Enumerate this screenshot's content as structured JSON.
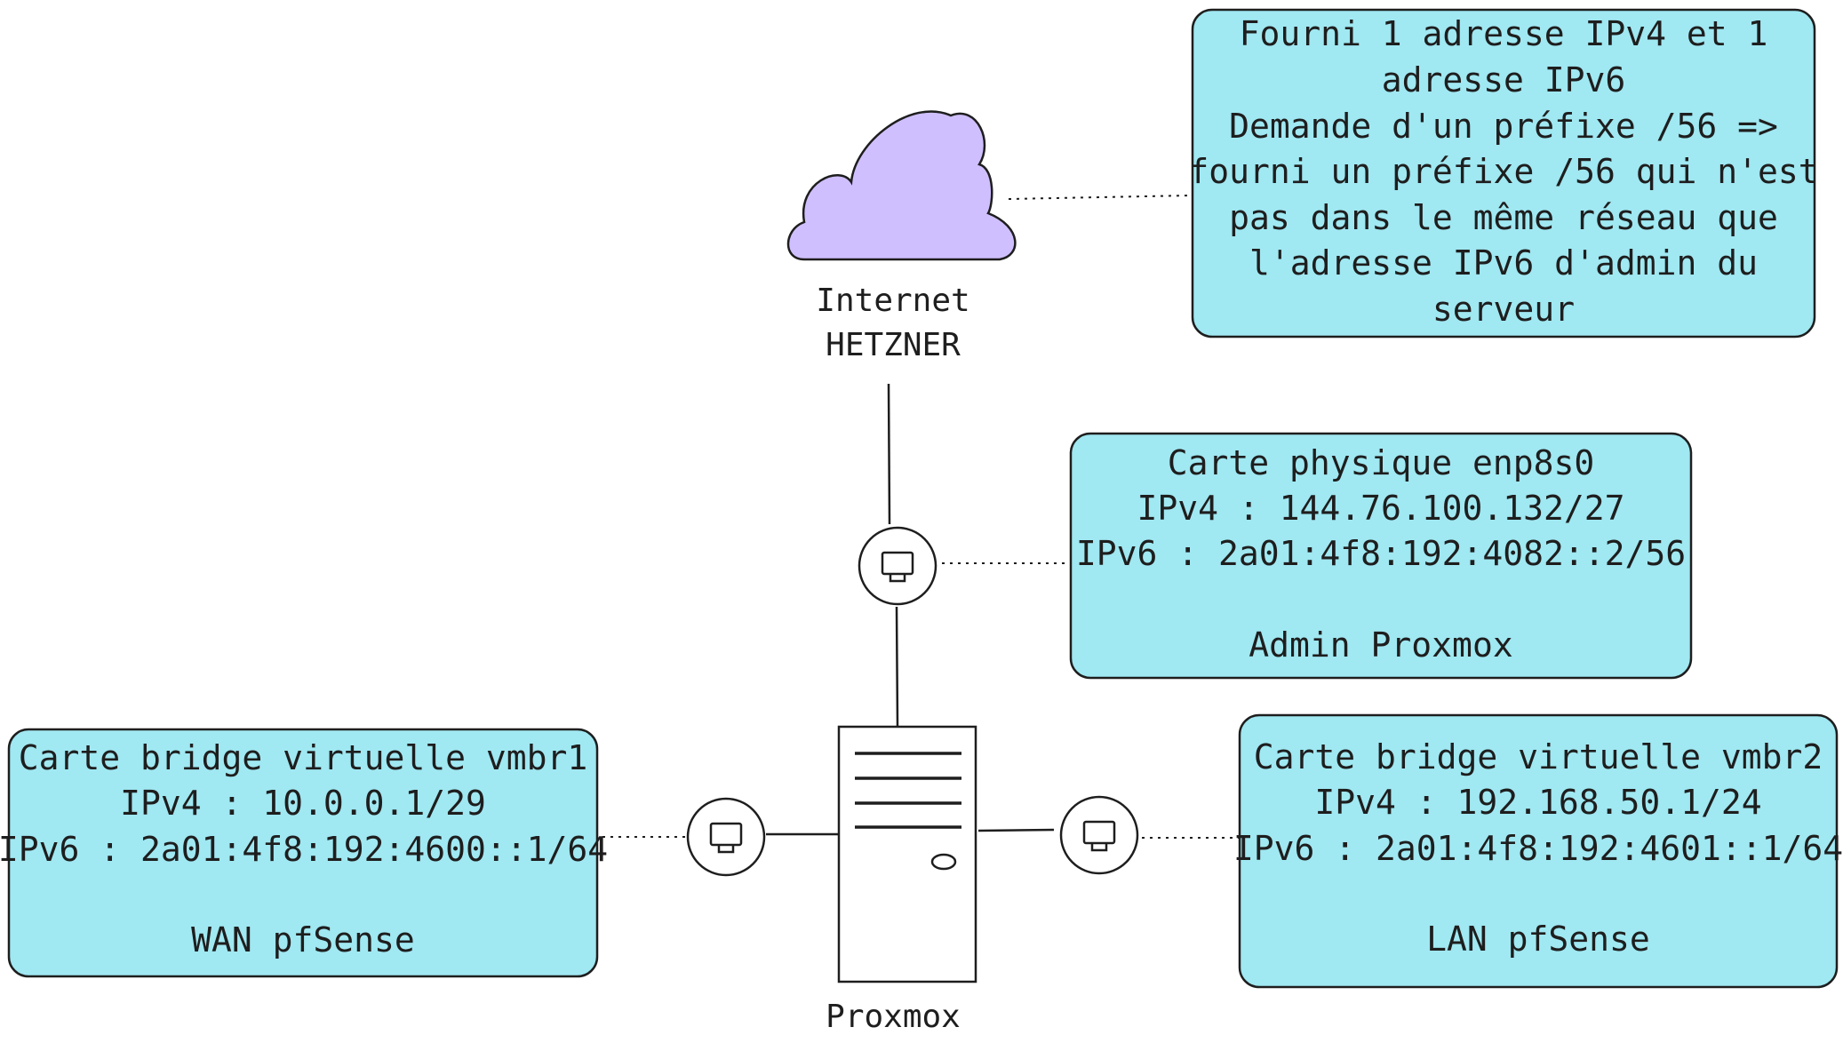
{
  "cloud": {
    "label_line1": "Internet",
    "label_line2": "HETZNER",
    "fill": "#d0bfff"
  },
  "server": {
    "label": "Proxmox"
  },
  "note_top": {
    "lines": [
      "Fourni 1 adresse IPv4 et 1",
      "adresse IPv6",
      "Demande d'un préfixe /56 =>",
      "fourni un préfixe /56 qui n'est",
      "pas dans le même réseau que",
      "l'adresse IPv6 d'admin du",
      "serveur"
    ]
  },
  "note_physical": {
    "lines": [
      "Carte physique enp8s0",
      "IPv4 : 144.76.100.132/27",
      "IPv6 : 2a01:4f8:192:4082::2/56",
      "",
      "Admin Proxmox"
    ]
  },
  "note_wan": {
    "lines": [
      "Carte bridge virtuelle vmbr1",
      "IPv4 : 10.0.0.1/29",
      "IPv6 : 2a01:4f8:192:4600::1/64",
      "",
      "WAN pfSense"
    ]
  },
  "note_lan": {
    "lines": [
      "Carte bridge virtuelle vmbr2",
      "IPv4 : 192.168.50.1/24",
      "IPv6 : 2a01:4f8:192:4601::1/64",
      "",
      "LAN pfSense"
    ]
  },
  "colors": {
    "note_fill": "#a0e8f2",
    "stroke": "#1e1e1e"
  }
}
